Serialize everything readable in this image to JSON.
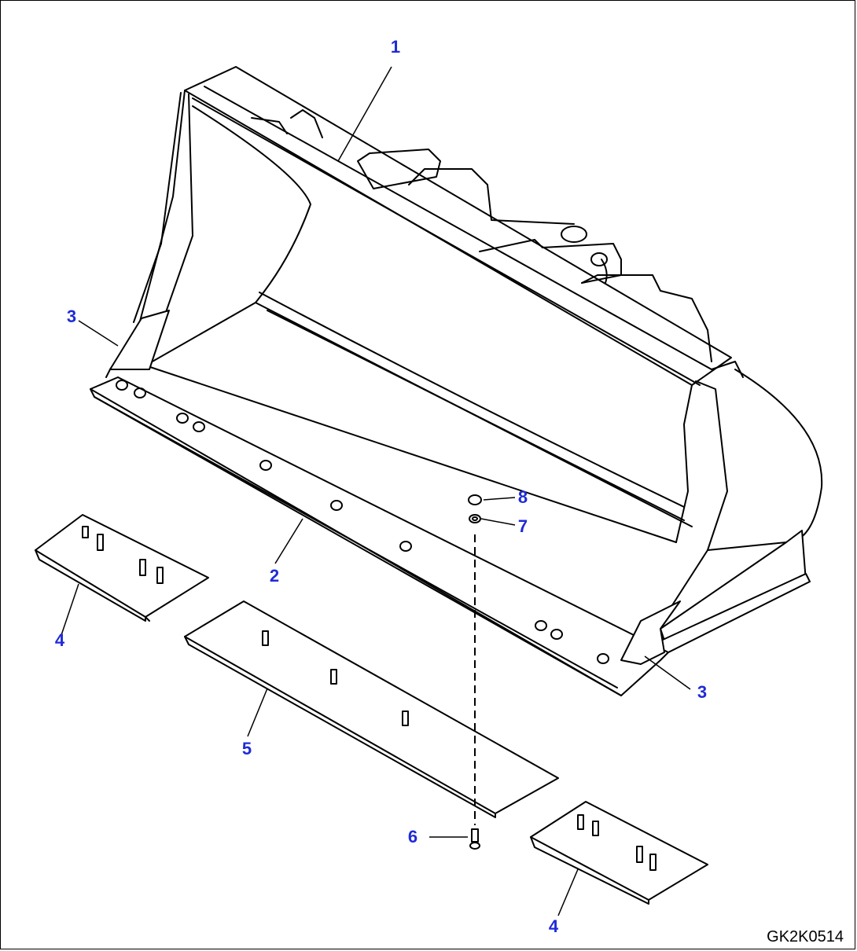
{
  "diagram": {
    "drawing_code": "GK2K0514",
    "callouts": [
      {
        "id": "c1a",
        "label": "1"
      },
      {
        "id": "c2a",
        "label": "2"
      },
      {
        "id": "c3a",
        "label": "3"
      },
      {
        "id": "c3b",
        "label": "3"
      },
      {
        "id": "c4a",
        "label": "4"
      },
      {
        "id": "c4b",
        "label": "4"
      },
      {
        "id": "c5a",
        "label": "5"
      },
      {
        "id": "c6a",
        "label": "6"
      },
      {
        "id": "c7a",
        "label": "7"
      },
      {
        "id": "c8a",
        "label": "8"
      }
    ],
    "label_color": "#1f2bd6"
  }
}
